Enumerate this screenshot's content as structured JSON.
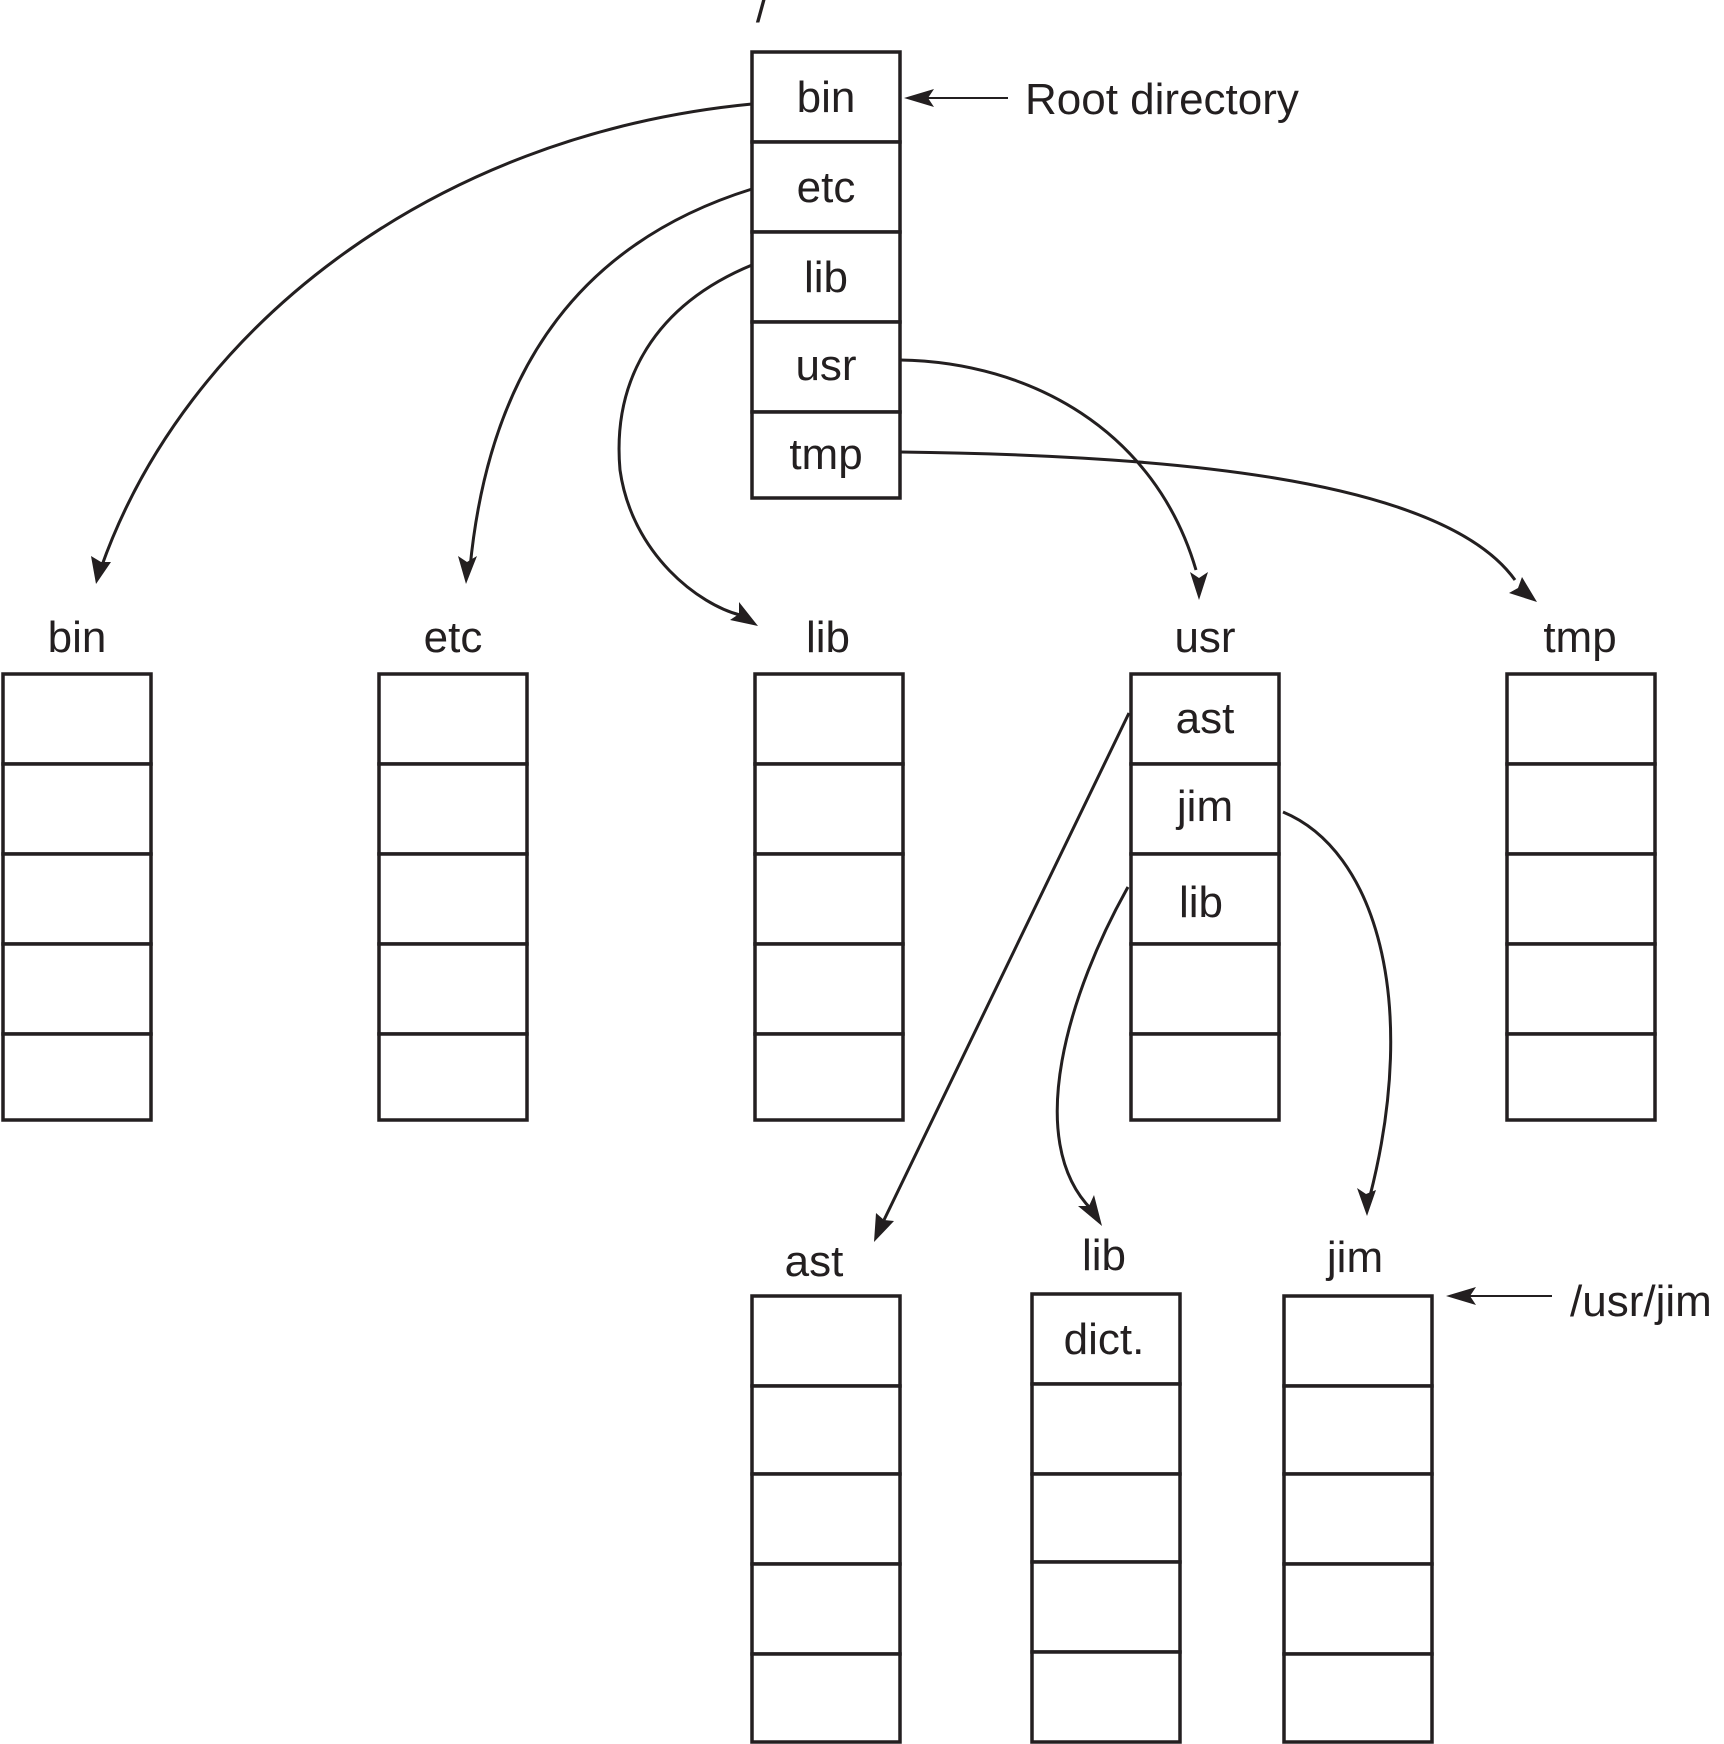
{
  "root_slash": "/",
  "callouts": {
    "root": "Root directory",
    "usr_jim": "/usr/jim"
  },
  "directories": {
    "root": {
      "entries": [
        "bin",
        "etc",
        "lib",
        "usr",
        "tmp"
      ]
    },
    "bin": {
      "title": "bin",
      "entries": [
        "",
        "",
        "",
        "",
        ""
      ]
    },
    "etc": {
      "title": "etc",
      "entries": [
        "",
        "",
        "",
        "",
        ""
      ]
    },
    "lib": {
      "title": "lib",
      "entries": [
        "",
        "",
        "",
        "",
        ""
      ]
    },
    "usr": {
      "title": "usr",
      "entries": [
        "ast",
        "jim",
        "lib",
        "",
        ""
      ]
    },
    "tmp": {
      "title": "tmp",
      "entries": [
        "",
        "",
        "",
        "",
        ""
      ]
    },
    "ast": {
      "title": "ast",
      "entries": [
        "",
        "",
        "",
        "",
        ""
      ]
    },
    "usr_lib": {
      "title": "lib",
      "entries": [
        "dict.",
        "",
        "",
        "",
        ""
      ]
    },
    "jim": {
      "title": "jim",
      "entries": [
        "",
        "",
        "",
        "",
        ""
      ]
    }
  },
  "colors": {
    "ink": "#231f20",
    "background": "#ffffff"
  }
}
